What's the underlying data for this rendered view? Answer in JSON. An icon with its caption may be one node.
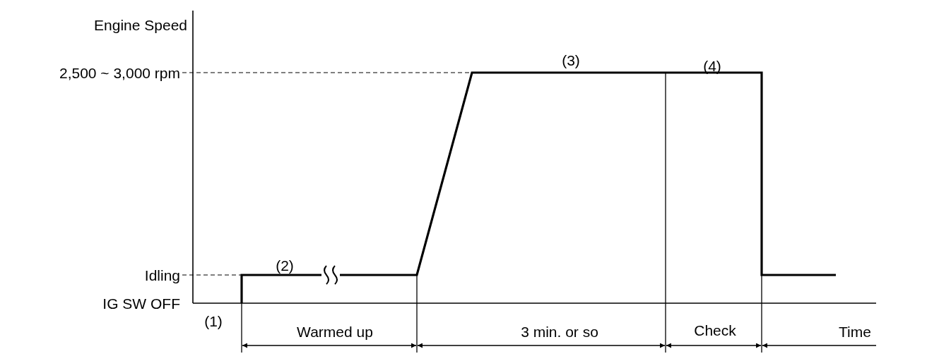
{
  "diagram": {
    "labels": [
      "Engine Speed",
      "2,500 ~ 3,000 rpm",
      "(3)",
      "(4)",
      "(2)",
      "Idling",
      "IG SW OFF",
      "(1)",
      "Warmed up",
      "3 min. or so",
      "Check",
      "Time"
    ]
  }
}
